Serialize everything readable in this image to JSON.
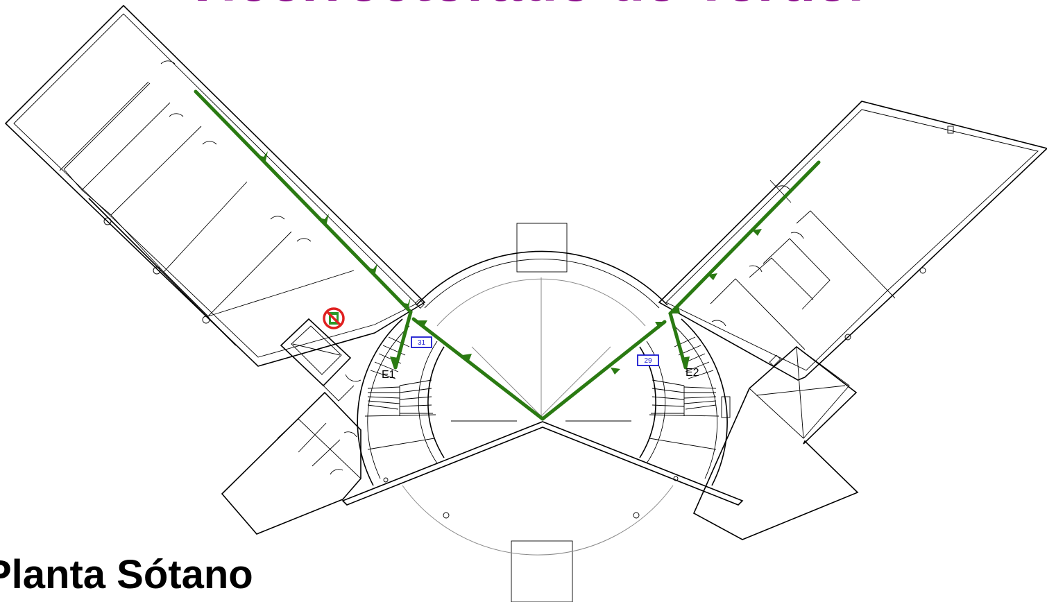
{
  "title": "Vicerrectorado de Teruel",
  "subtitle": "Planta Sótano",
  "exits": [
    {
      "label": "E1"
    },
    {
      "label": "E2"
    }
  ],
  "rooms": [
    {
      "label": "31"
    },
    {
      "label": "29"
    }
  ],
  "icons": {
    "prohibition": "no-extinguisher-icon"
  },
  "colors": {
    "route": "#2a7a12",
    "title": "#8b0d8b",
    "room_tag": "#1a1ad0",
    "prohibition": "#e02020"
  }
}
